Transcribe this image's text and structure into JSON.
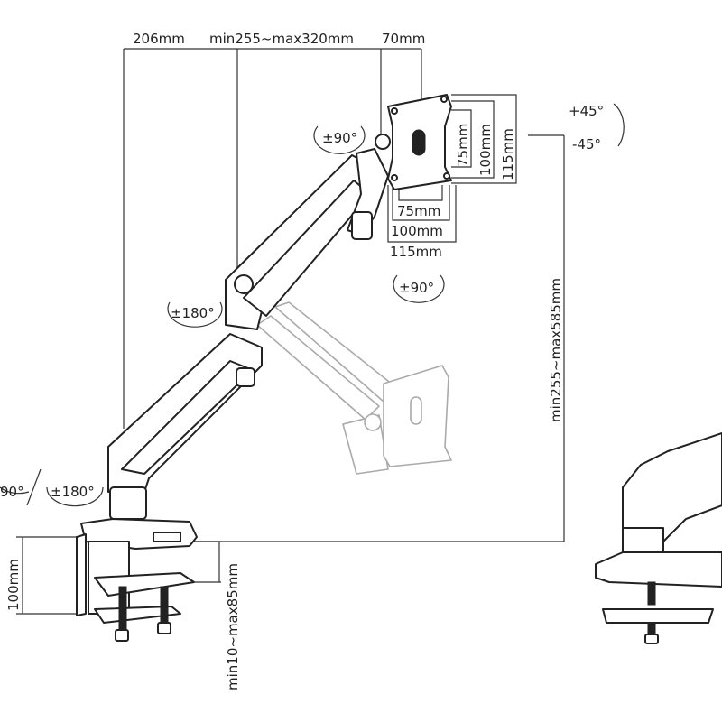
{
  "dimensions": {
    "top": [
      "206mm",
      "min255~max320mm",
      "70mm"
    ],
    "vesa_vertical": [
      "75mm",
      "100mm",
      "115mm"
    ],
    "vesa_horizontal": [
      "75mm",
      "100mm",
      "115mm"
    ],
    "height_range": "min255~max585mm",
    "clamp_height": "100mm",
    "desk_thickness": "min10~max85mm"
  },
  "rotations": {
    "head_swivel": "±90°",
    "tilt_up": "+45°",
    "tilt_down": "-45°",
    "plate_rotation": "±90°",
    "elbow": "±180°",
    "base_left": "90°",
    "base_right": "±180°"
  }
}
